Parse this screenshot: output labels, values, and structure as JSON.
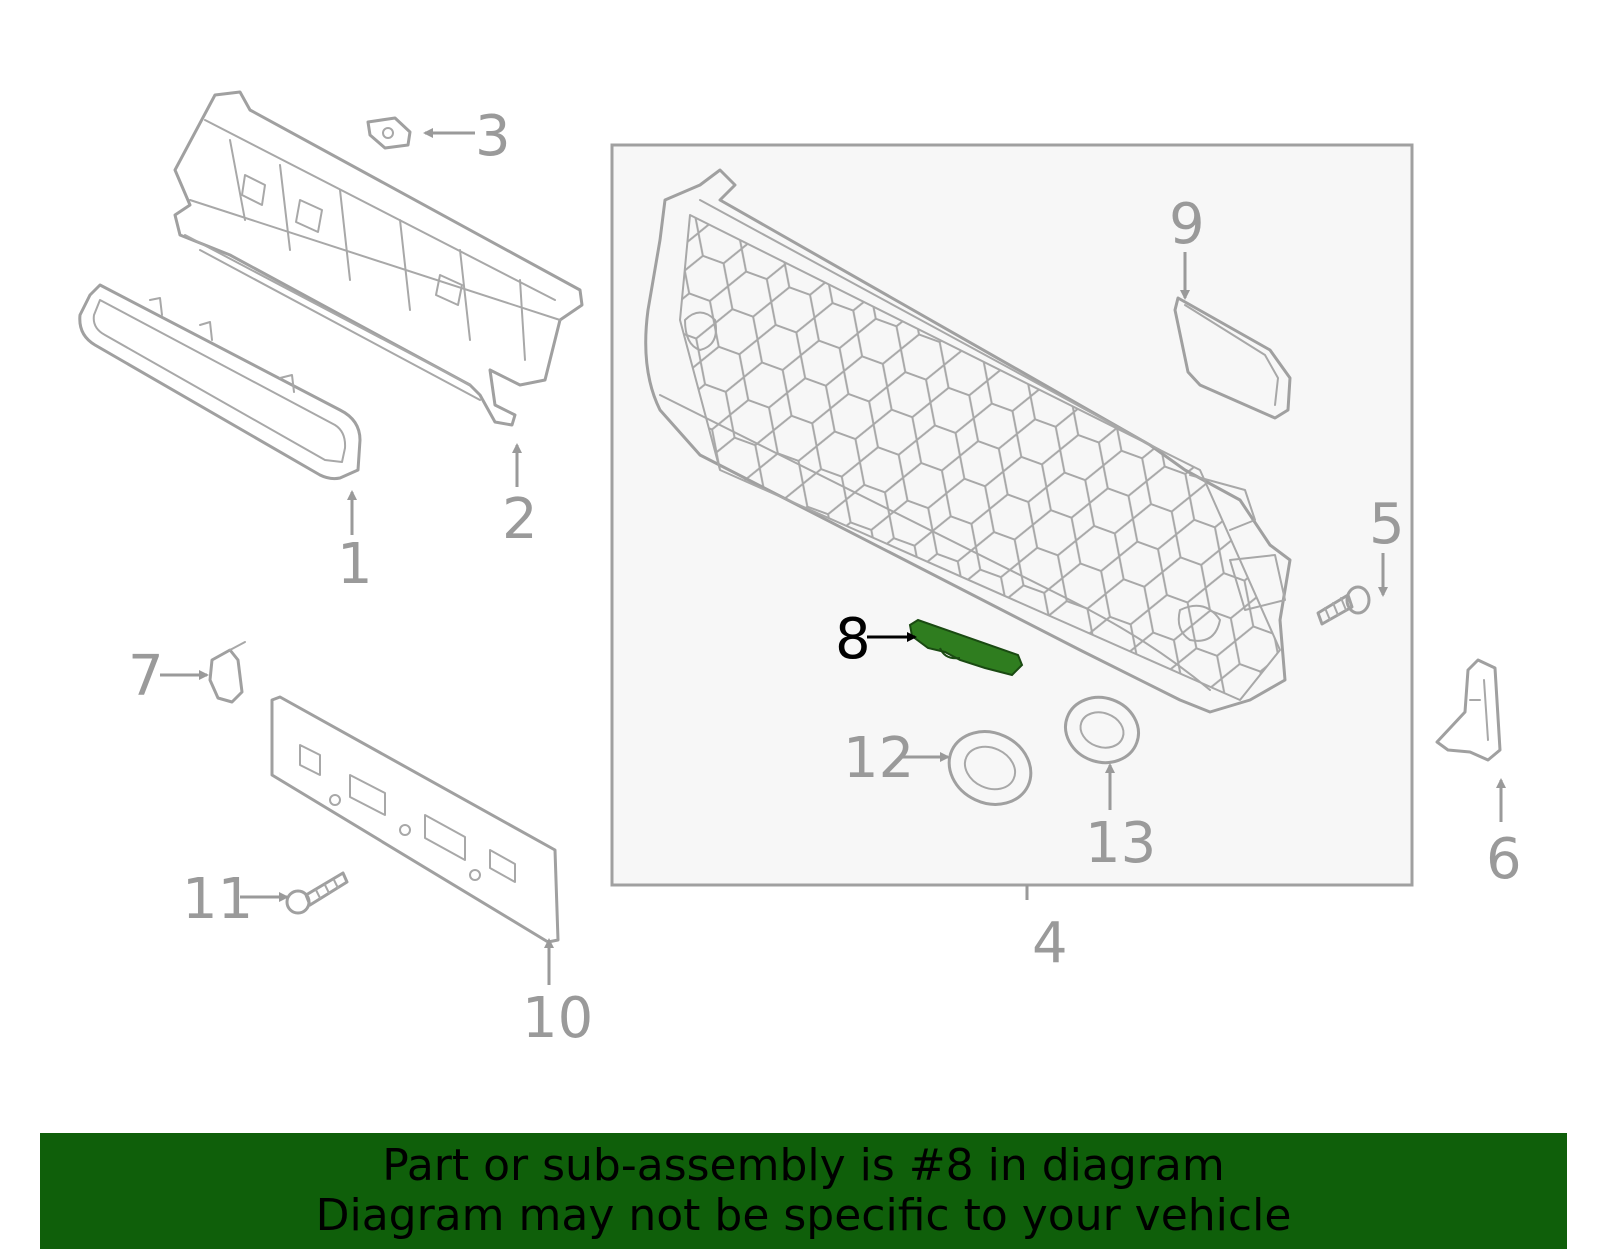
{
  "diagram": {
    "highlighted_part": "8",
    "highlight_color": "#2f7d1f",
    "line_color": "#a0a0a0",
    "callouts": {
      "c1": "1",
      "c2": "2",
      "c3": "3",
      "c4": "4",
      "c5": "5",
      "c6": "6",
      "c7": "7",
      "c8": "8",
      "c9": "9",
      "c10": "10",
      "c11": "11",
      "c12": "12",
      "c13": "13"
    }
  },
  "banner": {
    "line1": "Part or sub-assembly is #8 in diagram",
    "line2": "Diagram may not be specific to your vehicle",
    "background": "#0f5f0a"
  }
}
